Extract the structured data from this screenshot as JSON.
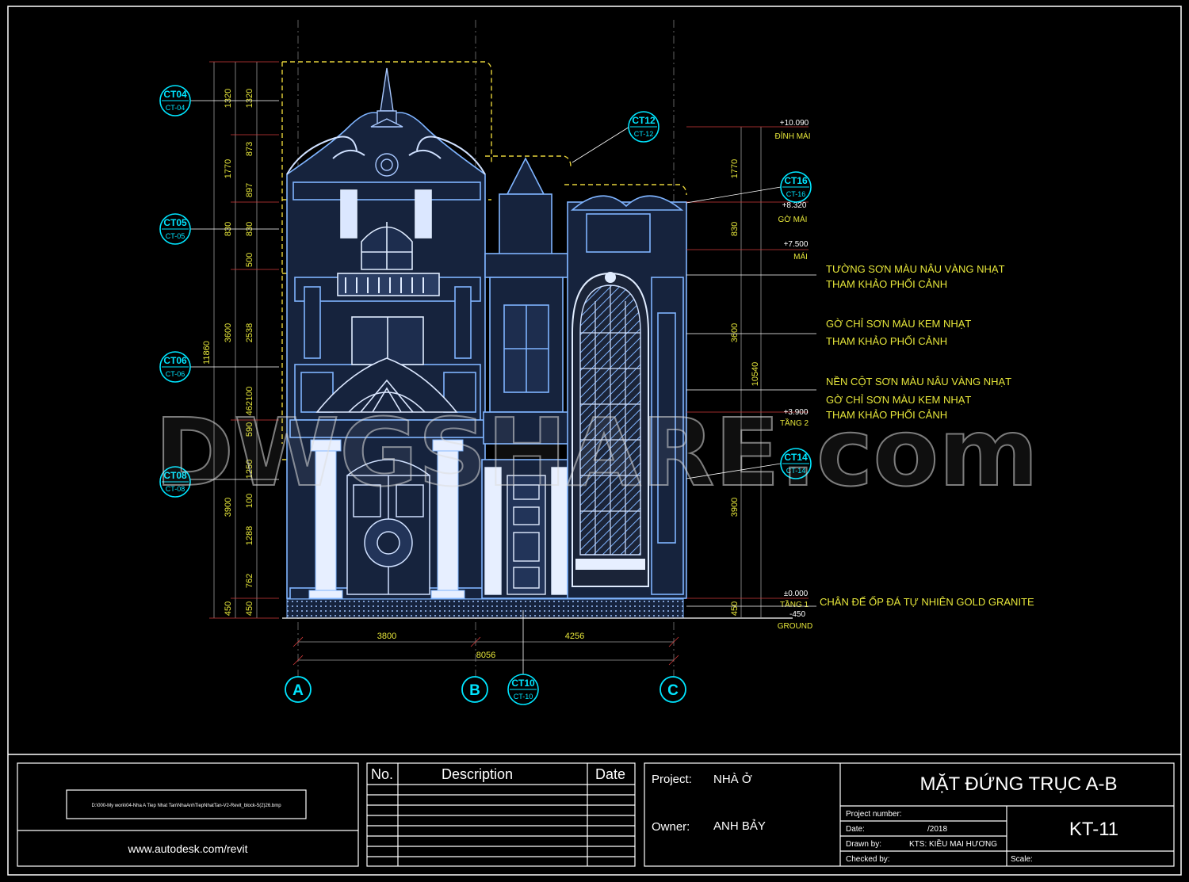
{
  "drawing": {
    "watermark": "DWGSHARE.com",
    "grid_axes": [
      "A",
      "B",
      "C"
    ],
    "horizontal_dims": {
      "ab": "3800",
      "bc": "4256",
      "total": "8056"
    },
    "left_dims_outer": [
      "1320",
      "1770",
      "830",
      "3600",
      "3900",
      "450"
    ],
    "left_dims_inner": [
      "1320",
      "873",
      "897",
      "830",
      "500",
      "2538",
      "462100",
      "590",
      "1250",
      "100",
      "1288",
      "762",
      "450"
    ],
    "left_total": "11860",
    "right_dims": [
      "1770",
      "830",
      "3600",
      "3900",
      "450"
    ],
    "right_total": "10540",
    "levels": [
      {
        "value": "+10.090",
        "name": "ĐỈNH MÁI"
      },
      {
        "value": "+8.320",
        "name": "GỜ MÁI"
      },
      {
        "value": "+7.500",
        "name": "MÁI"
      },
      {
        "value": "+3.900",
        "name": "TẦNG 2"
      },
      {
        "value": "±0.000",
        "name": "TẦNG 1"
      },
      {
        "value": "-450",
        "name": "GROUND"
      }
    ],
    "callouts": [
      {
        "top": "CT04",
        "bottom": "CT-04"
      },
      {
        "top": "CT05",
        "bottom": "CT-05"
      },
      {
        "top": "CT06",
        "bottom": "CT-06"
      },
      {
        "top": "CT08",
        "bottom": "CT-08"
      },
      {
        "top": "CT12",
        "bottom": "CT-12"
      },
      {
        "top": "CT16",
        "bottom": "CT-16"
      },
      {
        "top": "CT14",
        "bottom": "CT-14"
      },
      {
        "top": "CT10",
        "bottom": "CT-10"
      }
    ],
    "notes": [
      "TƯỜNG SƠN MÀU NÂU VÀNG NHẠT",
      "THAM KHẢO PHỐI CẢNH",
      "GỜ CHỈ SƠN MÀU KEM NHẠT",
      "THAM KHẢO PHỐI CẢNH",
      "NỀN CỘT SƠN MÀU NÂU VÀNG NHẠT",
      "GỜ CHỈ SƠN MÀU KEM NHẠT",
      "THAM KHẢO PHỐI CẢNH",
      "CHÂN ĐẾ ỐP ĐÁ TỰ NHIÊN GOLD GRANITE"
    ]
  },
  "title_block": {
    "file_path": "D:\\000-My work\\04-Nha A Tiep Nhat Tan\\NhaAnhTiepNhatTan-V2-Revit_block-5(2)26.bmp",
    "website": "www.autodesk.com/revit",
    "rev_headers": {
      "no": "No.",
      "description": "Description",
      "date": "Date"
    },
    "project_label": "Project:",
    "project_value": "NHÀ Ở",
    "owner_label": "Owner:",
    "owner_value": "ANH BẢY",
    "sheet_title": "MẶT ĐỨNG TRỤC A-B",
    "project_number_label": "Project number:",
    "date_label": "Date:",
    "date_value": "/2018",
    "drawn_by_label": "Drawn by:",
    "drawn_by_value": "KTS: KIỀU MAI HƯƠNG",
    "checked_by_label": "Checked by:",
    "sheet_number": "KT-11",
    "scale_label": "Scale:"
  },
  "colors": {
    "background": "#000000",
    "frame": "#ffffff",
    "facade": "#7fb4ff",
    "cyan": "#00e5ff",
    "highlight": "#e0ecff",
    "dim_lines": "#9a9a9a",
    "yellow_guides": "#e6d23a",
    "red_axes": "#d23a3a"
  }
}
